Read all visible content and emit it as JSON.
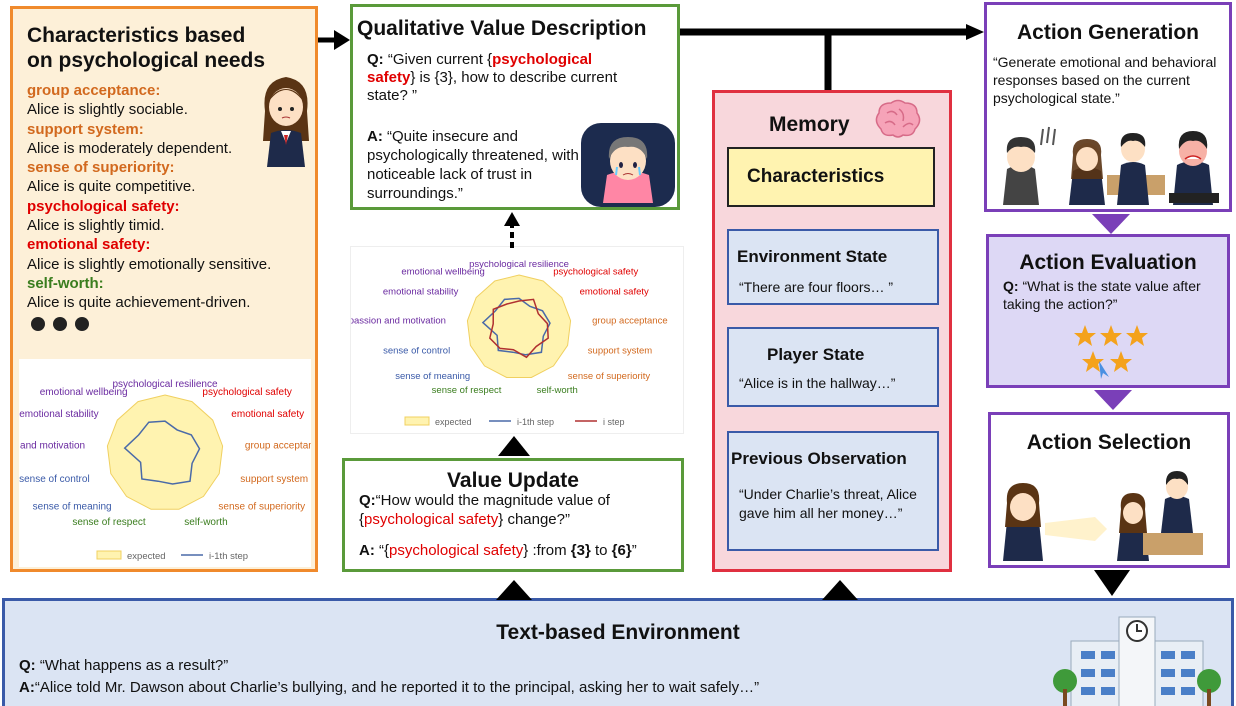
{
  "characteristics": {
    "title": "Characteristics based on psychological needs",
    "needs": [
      {
        "label": "group acceptance:",
        "desc": "Alice is slightly sociable.",
        "color": "#d2691e"
      },
      {
        "label": "support system:",
        "desc": "Alice is moderately dependent.",
        "color": "#d2691e"
      },
      {
        "label": "sense of superiority:",
        "desc": "Alice is quite competitive.",
        "color": "#d2691e"
      },
      {
        "label": "psychological safety:",
        "desc": "Alice is slightly timid.",
        "color": "#e00000"
      },
      {
        "label": "emotional safety:",
        "desc": "Alice is slightly emotionally sensitive.",
        "color": "#e00000"
      },
      {
        "label": "self-worth:",
        "desc": "Alice is quite achievement-driven.",
        "color": "#3a7d1e"
      }
    ],
    "radar": {
      "labels": [
        "psychological resilience",
        "psychological safety",
        "emotional safety",
        "group acceptance",
        "support system",
        "sense of superiority",
        "self-worth",
        "sense of respect",
        "sense of meaning",
        "sense of control",
        "passion and motivation",
        "emotional stability",
        "emotional wellbeing"
      ],
      "legend": [
        "expected",
        "i-1th step"
      ]
    }
  },
  "qualitative": {
    "title": "Qualitative Value Description",
    "q_prefix": "Q:",
    "q_open": "“Given current {",
    "q_term": "psychological safety",
    "q_rest": "} is {3}, how to describe current state? ”",
    "a_prefix": "A:",
    "a_text": "“Quite insecure and psychologically threatened, with a noticeable lack of trust in surroundings.”"
  },
  "middle_radar": {
    "labels": [
      "psychological resilience",
      "psychological safety",
      "emotional safety",
      "group acceptance",
      "support system",
      "sense of superiority",
      "self-worth",
      "sense of respect",
      "sense of meaning",
      "sense of control",
      "passion and motivation",
      "emotional stability",
      "emotional wellbeing"
    ],
    "legend": [
      "expected",
      "i-1th step",
      "i step"
    ]
  },
  "value_update": {
    "title": "Value Update",
    "q_prefix": "Q:",
    "q_open": "“How would the magnitude value of {",
    "q_term": "psychological safety",
    "q_close": "} change?”",
    "a_prefix": "A:",
    "a_open": "“{",
    "a_term": "psychological safety",
    "a_mid": "} :from ",
    "a_from": "{3}",
    "a_to_word": " to ",
    "a_to": "{6}",
    "a_end": "”"
  },
  "memory": {
    "title": "Memory",
    "characteristics": "Characteristics",
    "environment_title": "Environment State",
    "environment_text": "“There are four floors… ”",
    "player_title": "Player State",
    "player_text": "“Alice is in the hallway…”",
    "previous_title": "Previous Observation",
    "previous_text": "“Under Charlie’s threat, Alice gave him all her money…”"
  },
  "action_generation": {
    "title": "Action Generation",
    "text": "“Generate emotional and behavioral responses based on the current psychological state.”"
  },
  "action_evaluation": {
    "title": "Action Evaluation",
    "q_prefix": "Q:",
    "q_text": "“What is the state value after taking the action?”"
  },
  "action_selection": {
    "title": "Action Selection"
  },
  "environment": {
    "title": "Text-based Environment",
    "q_prefix": "Q:",
    "q_text": "“What happens as a result?”",
    "a_prefix": "A:",
    "a_text": "“Alice told Mr. Dawson about Charlie’s bullying, and he reported it to the principal, asking her to wait safely…”"
  },
  "colors": {
    "orange_border": "#f08a2c",
    "orange_fill": "#fdf0d8",
    "green_border": "#5a9a3a",
    "red_border": "#e03040",
    "red_fill": "#f8d7dc",
    "purple_border": "#7a3fb8",
    "purple_fill": "#ddd8f5",
    "blue_border": "#3a5aa8",
    "blue_fill": "#dbe4f3",
    "yellow": "#fff3b0"
  }
}
